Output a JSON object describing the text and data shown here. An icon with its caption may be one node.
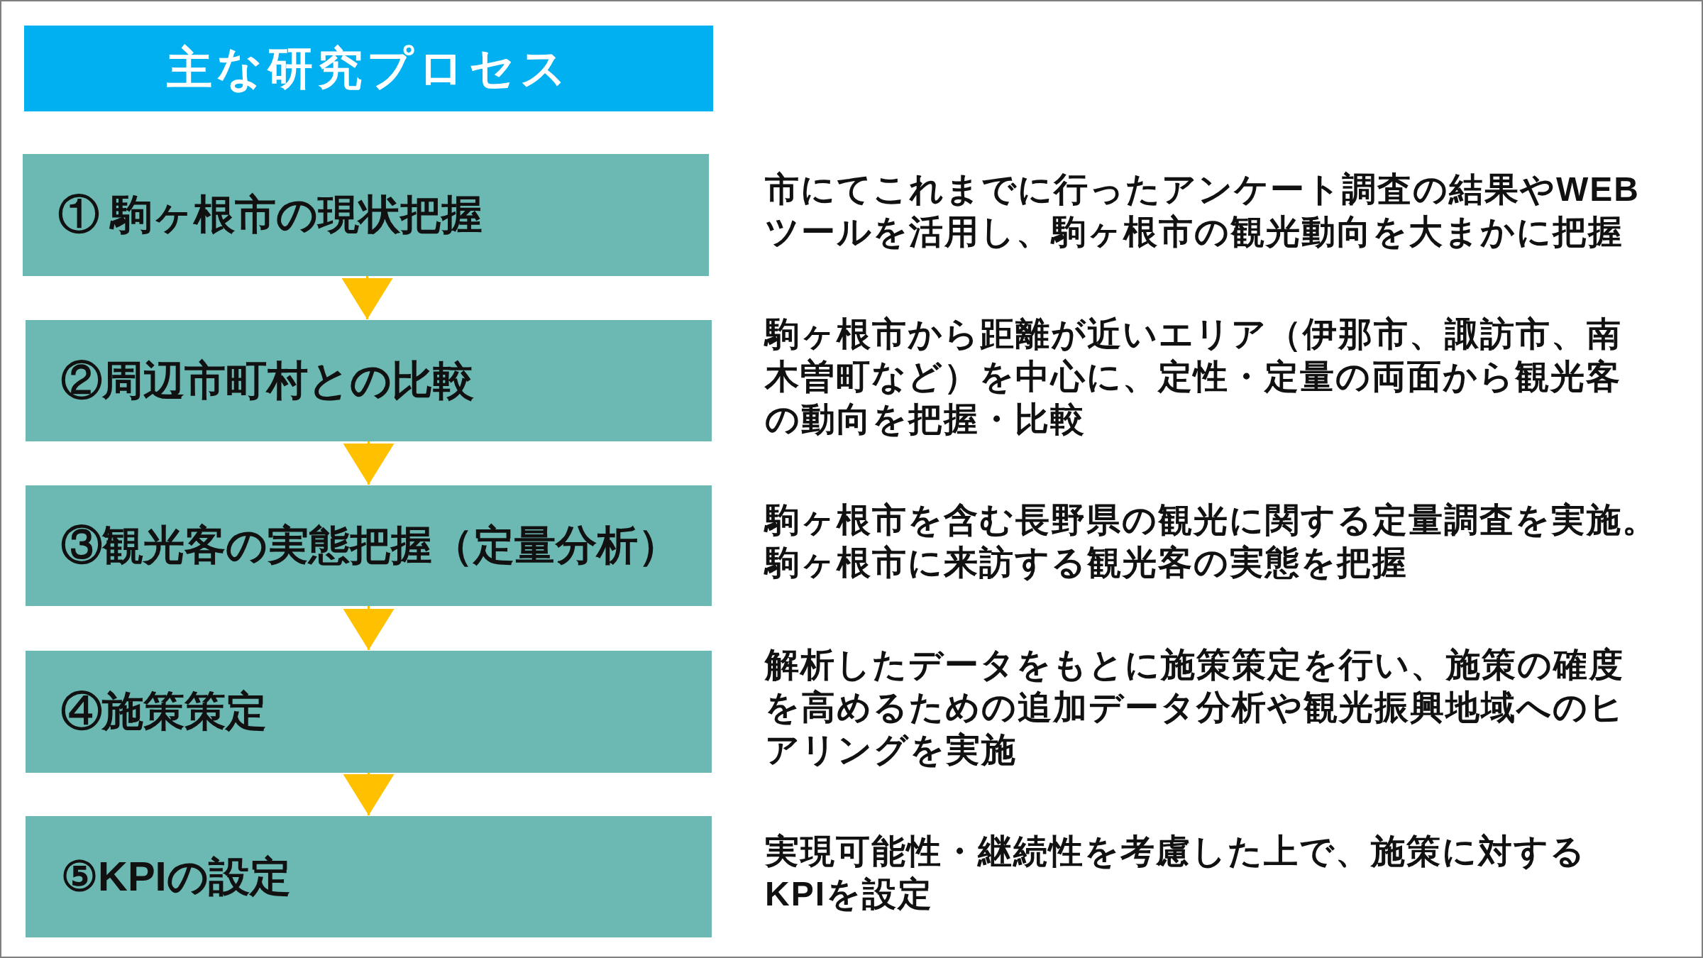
{
  "diagram": {
    "title": "主な研究プロセス",
    "nodes": [
      {
        "text": [
          "① 駒ヶ根市の現状把握"
        ],
        "beside": [
          "市にてこれまでに行ったアンケート調査の結果やWEBツールを活用し、駒ヶ根市の観光動向を大まかに把握"
        ]
      },
      {
        "text": [
          "②周辺市町村との比較"
        ],
        "beside": [
          "駒ヶ根市から距離が近いエリア（伊那市、諏訪市、南木曽町など）を中心に、定性・定量の両面から観光客の動向を把握・比較"
        ]
      },
      {
        "text": [
          "③観光客の実態把握（定量分析）"
        ],
        "beside": [
          "駒ヶ根市を含む長野県の観光に関する定量調査を実施。駒ヶ根市に来訪する観光客の実態を把握"
        ]
      },
      {
        "text": [
          "④施策策定"
        ],
        "beside": [
          "解析したデータをもとに施策策定を行い、施策の確度を高めるための追加データ分析や観光振興地域へのヒアリングを実施"
        ]
      },
      {
        "text": [
          "⑤KPIの設定"
        ],
        "beside": [
          "実現可能性・継続性を考慮した上で、施策に対するKPIを設定"
        ]
      }
    ],
    "edges": [
      {
        "from": 0,
        "to": 1,
        "arrow": "to"
      },
      {
        "from": 1,
        "to": 2,
        "arrow": "to"
      },
      {
        "from": 2,
        "to": 3,
        "arrow": "to"
      },
      {
        "from": 3,
        "to": 4,
        "arrow": "to"
      }
    ]
  }
}
